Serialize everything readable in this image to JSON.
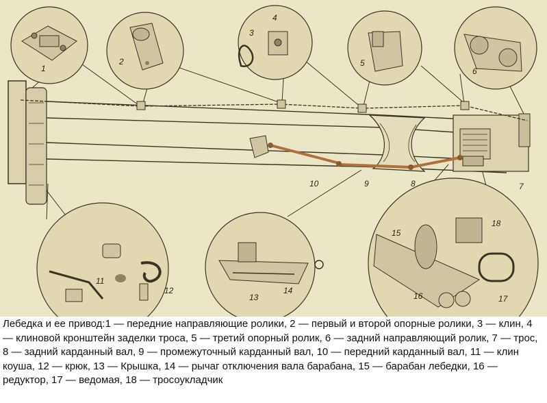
{
  "diagram": {
    "callouts": [
      "1",
      "2",
      "3",
      "4",
      "5",
      "6",
      "7",
      "8",
      "9",
      "10",
      "11",
      "12",
      "13",
      "14",
      "15",
      "16",
      "17",
      "18"
    ]
  },
  "caption": {
    "text": "Лебедка и ее привод:1 — передние направляющие ролики, 2 — первый и второй опорные ролики, 3 — клин, 4 — клиновой кронштейн заделки троса, 5 — третий опорный ролик, 6 — задний направляющий ролик, 7 — трос, 8 — задний карданный вал, 9 — промежуточный карданный вал, 10 — передний карданный вал, 11 — клин коуша, 12 — крюк, 13 — Крышка, 14 — рычаг отключения вала барабана, 15 — барабан лебедки, 16 — редуктор, 17 — ведомая, 18 — тросоукладчик"
  },
  "colors": {
    "paper": "#ece6c8",
    "line": "#3a3326",
    "shaft": "#b0703c",
    "detail_bg": "#e2d8b0"
  }
}
